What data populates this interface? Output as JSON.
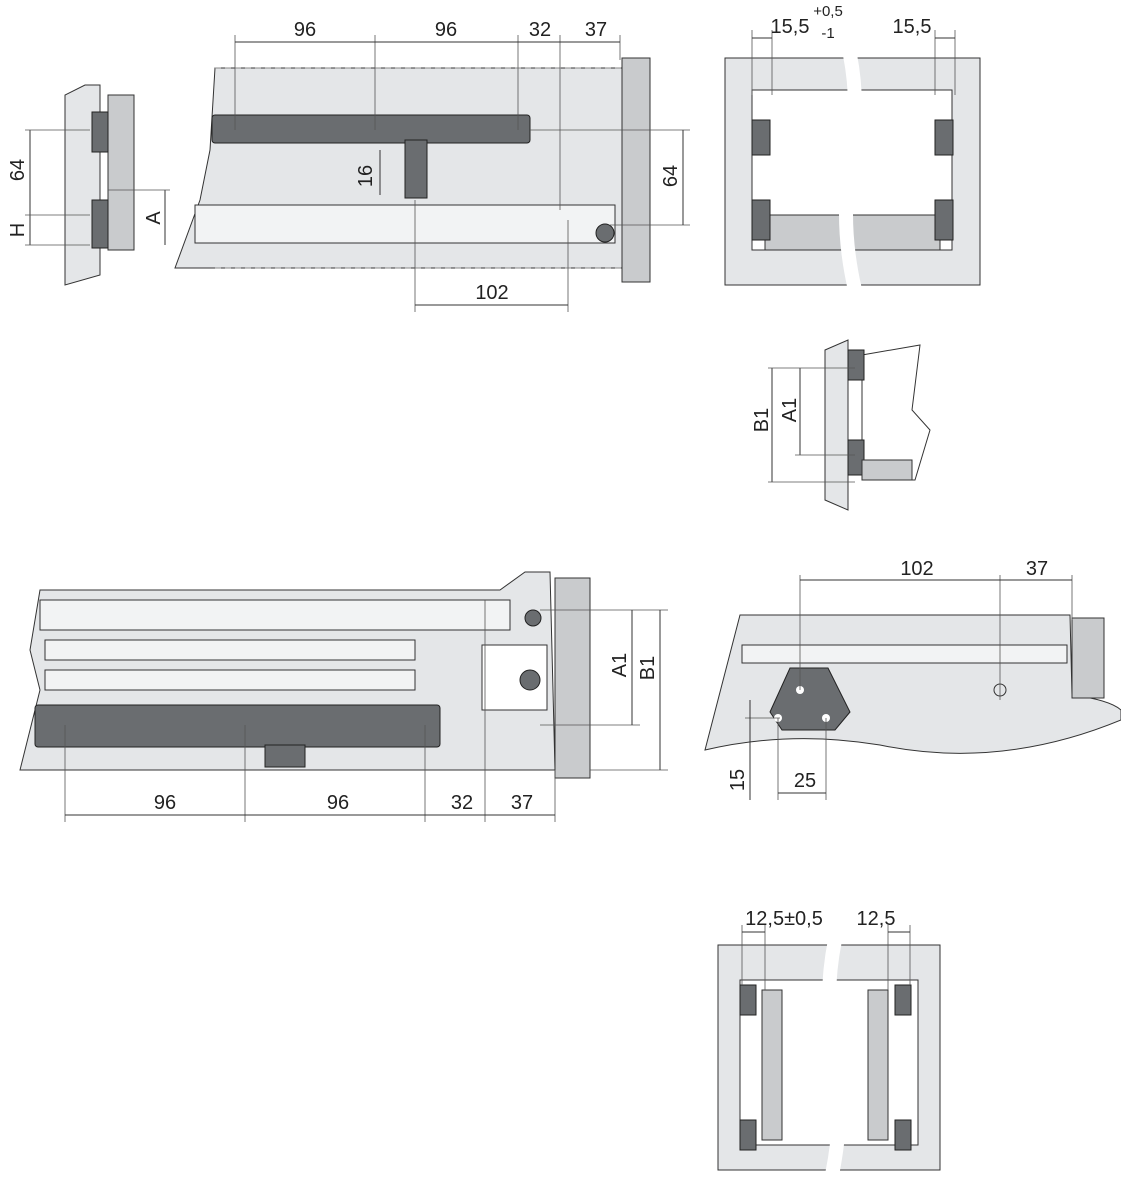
{
  "top_side_view": {
    "dim_64": "64",
    "dim_h": "H",
    "dim_a": "A"
  },
  "top_rail_view": {
    "dim_96a": "96",
    "dim_96b": "96",
    "dim_32": "32",
    "dim_37": "37",
    "dim_16": "16",
    "dim_64": "64",
    "dim_102": "102"
  },
  "top_front_view": {
    "dim_left": "15,5",
    "tol_plus": "+0,5",
    "tol_minus": "-1",
    "dim_right": "15,5"
  },
  "middle_side_view": {
    "dim_b1": "B1",
    "dim_a1": "A1"
  },
  "bottom_rail_view": {
    "dim_96a": "96",
    "dim_96b": "96",
    "dim_32": "32",
    "dim_37": "37",
    "dim_a1": "A1",
    "dim_b1": "B1"
  },
  "bracket_view": {
    "dim_102": "102",
    "dim_37": "37",
    "dim_15": "15",
    "dim_25": "25"
  },
  "bottom_front_view": {
    "dim_left": "12,5±0,5",
    "dim_right": "12,5"
  }
}
